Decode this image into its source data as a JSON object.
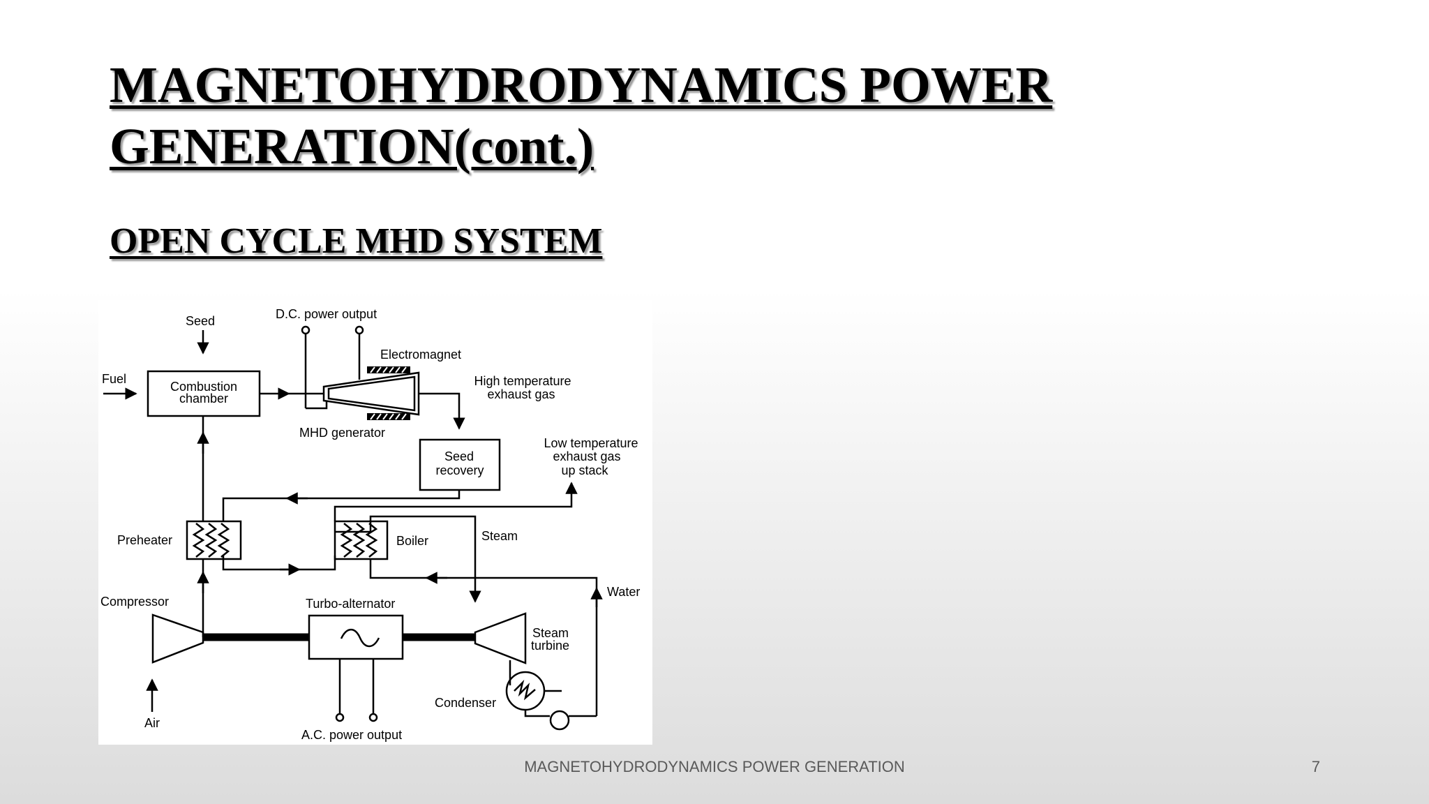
{
  "slide": {
    "title_line1": "MAGNETOHYDRODYNAMICS POWER",
    "title_line2": "GENERATION(cont.)",
    "subtitle": "OPEN CYCLE MHD SYSTEM",
    "footer": "MAGNETOHYDRODYNAMICS POWER GENERATION",
    "page_number": "7"
  },
  "diagram": {
    "labels": {
      "seed": "Seed",
      "dc_output": "D.C. power output",
      "electromagnet": "Electromagnet",
      "fuel": "Fuel",
      "combustion_line1": "Combustion",
      "combustion_line2": "chamber",
      "high_temp_line1": "High temperature",
      "high_temp_line2": "exhaust gas",
      "mhd_generator": "MHD generator",
      "seed_recovery_line1": "Seed",
      "seed_recovery_line2": "recovery",
      "low_temp_line1": "Low temperature",
      "low_temp_line2": "exhaust gas",
      "low_temp_line3": "up stack",
      "preheater": "Preheater",
      "boiler": "Boiler",
      "steam": "Steam",
      "water": "Water",
      "compressor": "Compressor",
      "turbo_alternator": "Turbo-alternator",
      "steam_turbine_line1": "Steam",
      "steam_turbine_line2": "turbine",
      "condenser": "Condenser",
      "air": "Air",
      "ac_output": "A.C. power output"
    }
  }
}
